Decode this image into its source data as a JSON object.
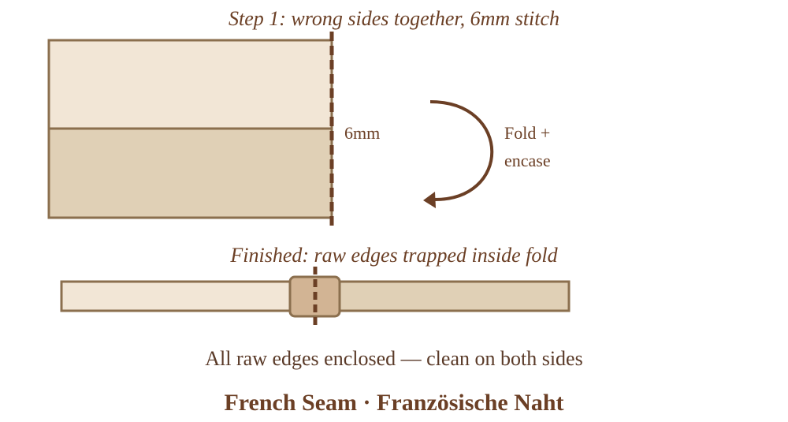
{
  "diagram": {
    "step1_label": "Step 1: wrong sides together, 6mm stitch",
    "seam_allowance_label": "6mm",
    "fold_label_line1": "Fold +",
    "fold_label_line2": "encase",
    "finished_label": "Finished: raw edges trapped inside fold",
    "summary_note": "All raw edges enclosed — clean on both sides",
    "title": "French Seam · Französische Naht"
  },
  "colors": {
    "outline": "#8b6f4e",
    "fabric_light": "#f2e6d6",
    "fabric_mid": "#e0d0b6",
    "fabric_dark": "#d2b494",
    "stitch": "#6b3f25",
    "text": "#6b3f25",
    "text_note": "#5a3a28"
  }
}
